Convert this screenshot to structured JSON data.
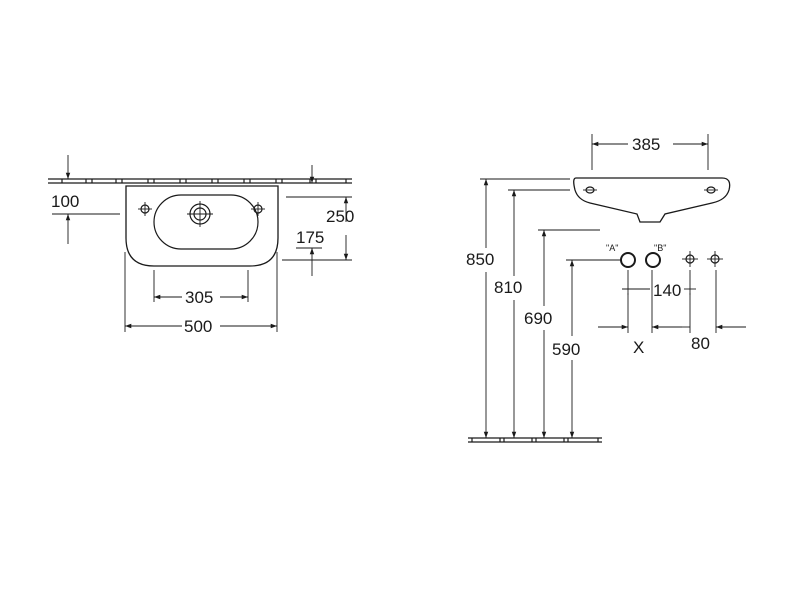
{
  "front_view": {
    "dim_100": "100",
    "dim_250": "250",
    "dim_175": "175",
    "dim_305": "305",
    "dim_500": "500"
  },
  "side_view": {
    "dim_385": "385",
    "dim_850": "850",
    "dim_810": "810",
    "dim_690": "690",
    "dim_590": "590",
    "label_a": "\"A\"",
    "label_b": "\"B\"",
    "dim_140": "140",
    "dim_x": "X",
    "dim_80": "80"
  }
}
